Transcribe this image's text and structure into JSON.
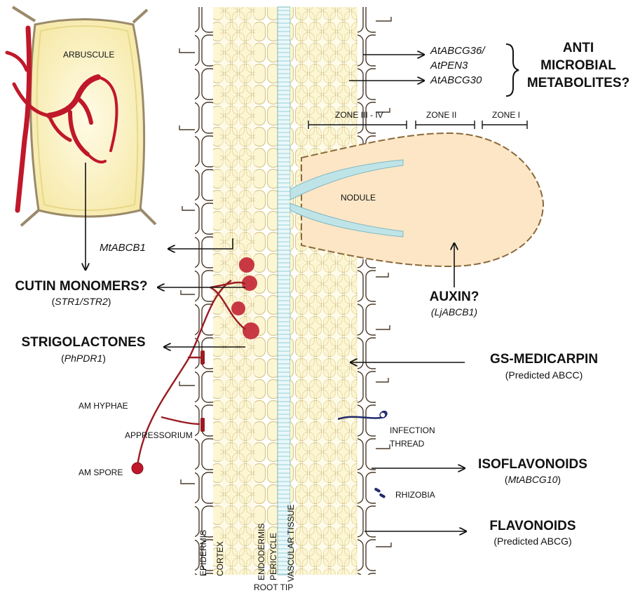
{
  "labels": {
    "arbuscule": "ARBUSCULE",
    "zone_34": "ZONE III - IV",
    "zone_2": "ZONE II",
    "zone_1": "ZONE I",
    "nodule": "NODULE",
    "am_hyphae": "AM HYPHAE",
    "appressorium": "APPRESSORIUM",
    "am_spore": "AM SPORE",
    "infection_thread_1": "INFECTION",
    "infection_thread_2": "THREAD",
    "rhizobia": "RHIZOBIA",
    "epidermis": "EPIDERMIS",
    "cortex": "CORTEX",
    "endodermis": "ENDODERMIS",
    "pericycle": "PERICYCLE",
    "vascular_tissue": "VASCULAR TISSUE",
    "root_tip": "ROOT TIP"
  },
  "transporters": {
    "atabcg36": "AtABCG36/",
    "atpen3": "AtPEN3",
    "atabcg30": "AtABCG30",
    "mtabcb1": "MtABCB1"
  },
  "metabolites": {
    "anti_1": "ANTI",
    "anti_2": "MICROBIAL",
    "anti_3": "METABOLITES?",
    "cutin": "CUTIN MONOMERS?",
    "cutin_sub_open": "(",
    "cutin_sub_it": "STR1/STR2",
    "cutin_sub_close": ")",
    "strigo": "STRIGOLACTONES",
    "strigo_sub_open": "(",
    "strigo_sub_it": "PhPDR1",
    "strigo_sub_close": ")",
    "auxin": "AUXIN?",
    "auxin_sub": "(LjABCB1)",
    "gs": "GS-MEDICARPIN",
    "gs_sub": "(Predicted ABCC)",
    "iso": "ISOFLAVONOIDS",
    "iso_sub_open": "(",
    "iso_sub_it": "MtABCG10",
    "iso_sub_close": ")",
    "flav": "FLAVONOIDS",
    "flav_sub": "(Predicted ABCG)"
  },
  "colors": {
    "cell_fill": "#fdf6d3",
    "cell_stroke": "#d8c98f",
    "fungus": "#c0182a",
    "hyphae": "#9a1b22",
    "nodule_fill": "#fde6c6",
    "nodule_stroke": "#8a6a3a",
    "vascular": "#bfe4e8",
    "infection_thread": "#1f2a6b"
  }
}
